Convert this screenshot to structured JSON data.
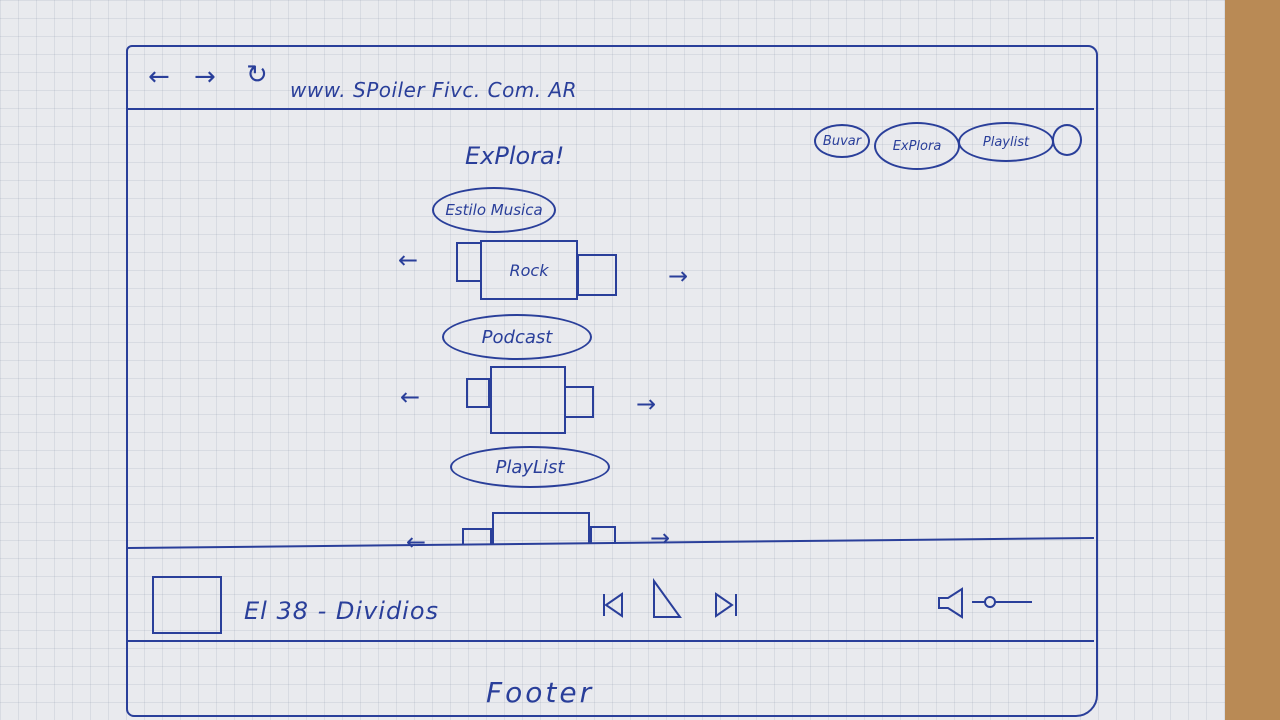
{
  "browser": {
    "back_icon": "←",
    "forward_icon": "→",
    "refresh_icon": "↻",
    "url": "www. SPoiler Fivc. Com. AR"
  },
  "topnav": {
    "items": [
      {
        "label": "Buvar"
      },
      {
        "label": "ExPlora"
      },
      {
        "label": "Playlist"
      }
    ],
    "avatar": "avatar"
  },
  "main": {
    "heading": "ExPlora!",
    "sections": [
      {
        "label": "Estilo Musica",
        "card_label": "Rock"
      },
      {
        "label": "Podcast",
        "card_label": ""
      },
      {
        "label": "PlayList",
        "card_label": ""
      }
    ],
    "prev_icon": "←",
    "next_icon": "→"
  },
  "player": {
    "track": "El 38 - Dividios",
    "prev_icon": "prev-track-icon",
    "play_icon": "play-icon",
    "next_icon": "next-track-icon",
    "volume_icon": "speaker-icon",
    "volume_level": 0.3
  },
  "footer": {
    "label": "Footer"
  },
  "colors": {
    "ink": "#2a3f9a",
    "paper": "#e9eaee",
    "table": "#b98a55"
  }
}
